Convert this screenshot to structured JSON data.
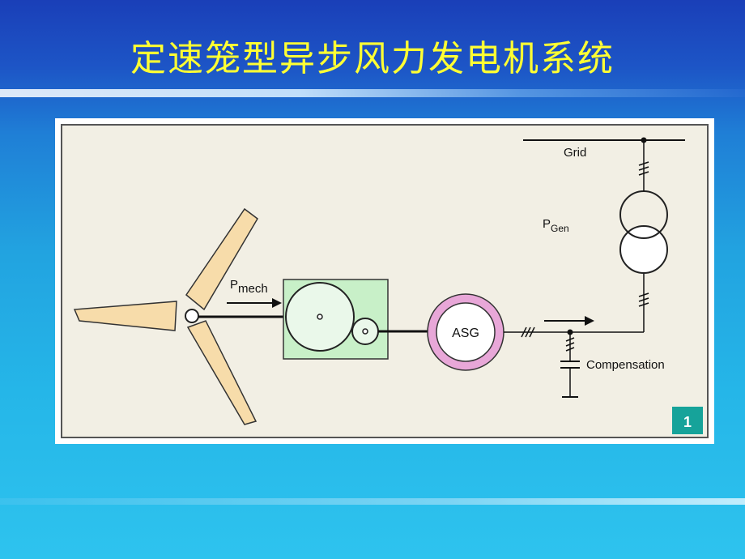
{
  "slide": {
    "title": "定速笼型异步风力发电机系统"
  },
  "diagram": {
    "labels": {
      "grid": "Grid",
      "p_gen_main": "P",
      "p_gen_sub": "Gen",
      "p_mech_main": "P",
      "p_mech_sub": "mech",
      "generator": "ASG",
      "compensation": "Compensation",
      "figure_number": "1"
    },
    "colors": {
      "panel_background": "#f2efe4",
      "blade_fill": "#f7dcaa",
      "gearbox_fill": "#c8f0c8",
      "gear_fill": "#eaf8ea",
      "generator_ring": "#e8a7d8",
      "badge": "#16a39a",
      "title": "#ffff33"
    }
  }
}
